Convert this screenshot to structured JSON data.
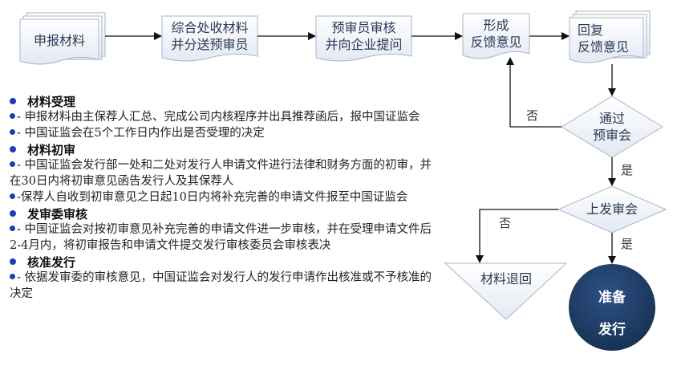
{
  "flow": {
    "nodes": {
      "apply": "申报材料",
      "collect": "综合处收材料\n并分送预审员",
      "review": "预审员审核\n并向企业提问",
      "feedback": "形成\n反馈意见",
      "reply": "回复\n反馈意见",
      "pass": "通过\n预审会",
      "committee": "上发审会",
      "returned": "材料退回",
      "approved_line1": "准备",
      "approved_line2": "发行"
    },
    "edge_labels": {
      "pass_no": "否",
      "pass_yes": "是",
      "committee_no": "否",
      "committee_yes": "是"
    }
  },
  "notes": [
    {
      "title": "材料受理",
      "items": [
        "- 申报材料由主保荐人汇总、完成公司内核程序并出具推荐函后，报中国证监会",
        "- 中国证监会在5个工作日内作出是否受理的决定"
      ]
    },
    {
      "title": "材料初审",
      "items": [
        "- 中国证监会发行部一处和二处对发行人申请文件进行法律和财务方面的初审，并在30日内将初审意见函告发行人及其保荐人",
        "-保荐人自收到初审意见之日起10日内将补充完善的申请文件报至中国证监会"
      ]
    },
    {
      "title": "发审委审核",
      "items": [
        "- 中国证监会对按初审意见补充完善的申请文件进一步审核，并在受理申请文件后2-4月内，将初审报告和申请文件提交发行审核委员会审核表决"
      ]
    },
    {
      "title": "核准发行",
      "items": [
        "- 依据发审委的审核意见，中国证监会对发行人的发行申请作出核准或不予核准的决定"
      ]
    }
  ],
  "colors": {
    "box_fill_top": "#ffffff",
    "box_fill_bottom": "#e4eaf4",
    "box_stroke": "#aab4c8",
    "circle_fill": "#1e3a66",
    "bullet": "#1b3fb0",
    "arrow": "#111111"
  }
}
